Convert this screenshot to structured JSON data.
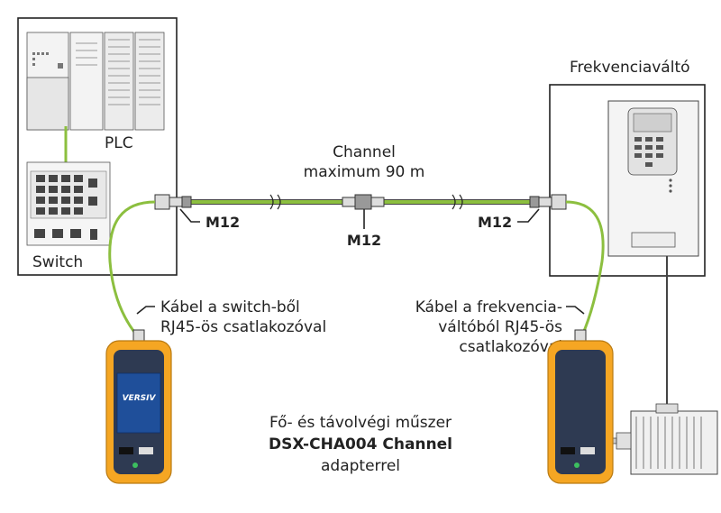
{
  "labels": {
    "plc": "PLC",
    "switch": "Switch",
    "vfd": "Frekvenciaváltó",
    "channel_line1": "Channel",
    "channel_line2": "maximum 90 m",
    "m12_left": "M12",
    "m12_center": "M12",
    "m12_right": "M12",
    "cable_left_line1": "Kábel a switch-ből",
    "cable_left_line2": "RJ45-ös csatlakozóval",
    "cable_right_line1": "Kábel a frekvencia-",
    "cable_right_line2": "váltóból RJ45-ös",
    "cable_right_line3": "csatlakozóval",
    "instrument_line1": "Fő- és távolvégi műszer",
    "instrument_line2": "DSX-CHA004 Channel",
    "instrument_line3": "adapterrel",
    "tester_brand": "VERSIV"
  },
  "colors": {
    "cable": "#8cbf3f",
    "tester_body": "#f5a623",
    "tester_face": "#2e3a52",
    "tester_screen": "#1f4f9a",
    "outline": "#222222"
  }
}
